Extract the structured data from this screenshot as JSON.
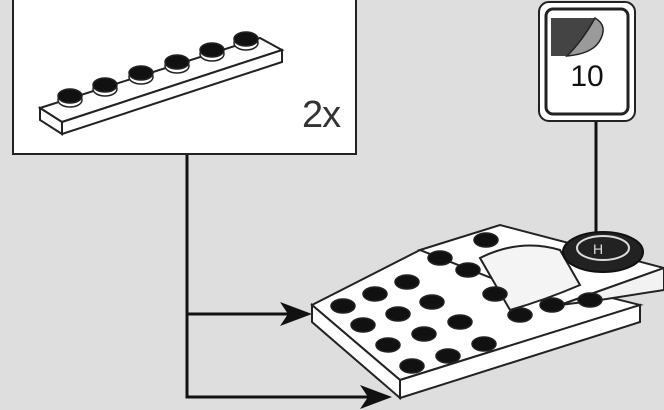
{
  "callout": {
    "quantity_label": "2x",
    "part": "1x6 plate"
  },
  "sticker_badge": {
    "number": "10",
    "icon": "sticker-peel-icon"
  },
  "colors": {
    "background": "#dedede",
    "frame": "#222222",
    "brick_white": "#ffffff",
    "stud_dark": "#1a1a1a",
    "sticker_dark": "#222222"
  }
}
